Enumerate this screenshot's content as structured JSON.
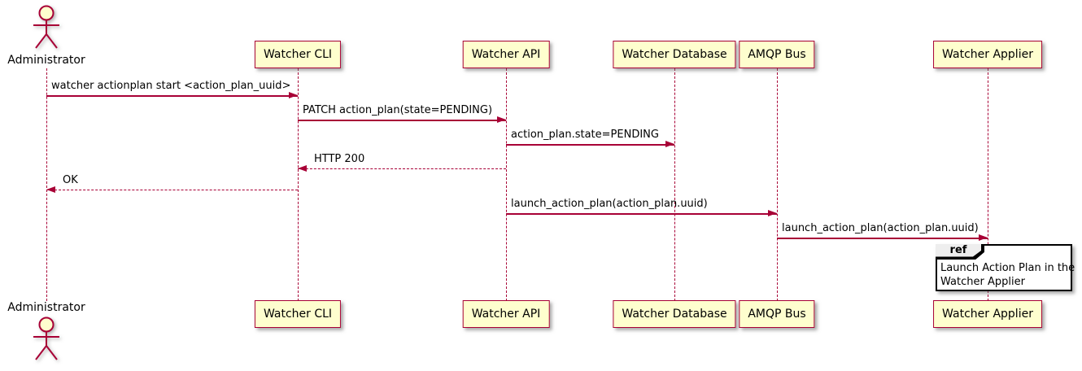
{
  "diagram": {
    "type": "plantuml-sequence",
    "actor": {
      "name": "Administrator"
    },
    "participants": [
      {
        "label": "Watcher CLI"
      },
      {
        "label": "Watcher API"
      },
      {
        "label": "Watcher Database"
      },
      {
        "label": "AMQP Bus"
      },
      {
        "label": "Watcher Applier"
      }
    ],
    "messages": [
      {
        "from": "Administrator",
        "to": "Watcher CLI",
        "label": "watcher actionplan start <action_plan_uuid>",
        "style": "solid"
      },
      {
        "from": "Watcher CLI",
        "to": "Watcher API",
        "label": "PATCH action_plan(state=PENDING)",
        "style": "solid"
      },
      {
        "from": "Watcher API",
        "to": "Watcher Database",
        "label": "action_plan.state=PENDING",
        "style": "solid"
      },
      {
        "from": "Watcher API",
        "to": "Watcher CLI",
        "label": "HTTP 200",
        "style": "dashed"
      },
      {
        "from": "Watcher CLI",
        "to": "Administrator",
        "label": "OK",
        "style": "dashed"
      },
      {
        "from": "Watcher API",
        "to": "AMQP Bus",
        "label": "launch_action_plan(action_plan.uuid)",
        "style": "solid"
      },
      {
        "from": "AMQP Bus",
        "to": "Watcher Applier",
        "label": "launch_action_plan(action_plan.uuid)",
        "style": "solid"
      }
    ],
    "ref": {
      "keyword": "ref",
      "over": "Watcher Applier",
      "lines": [
        "Launch Action Plan in the",
        "Watcher Applier"
      ]
    },
    "colors": {
      "accent": "#A80036",
      "box_fill": "#FEFECE",
      "ref_header_fill": "#EEEEEE",
      "ref_border": "#000000",
      "text": "#000000",
      "background": "#FFFFFF"
    }
  }
}
